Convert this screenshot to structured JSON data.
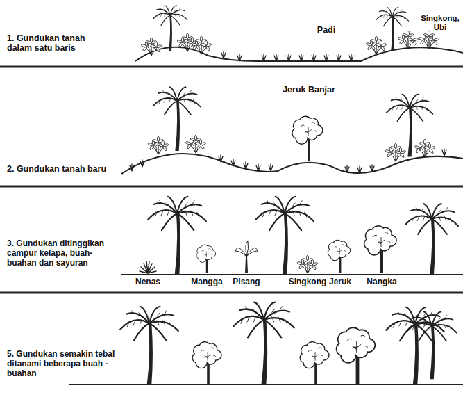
{
  "diagram": {
    "labels": [
      "1. Gundukan tanah dalam satu baris",
      "Padi",
      "Singkong, Ubi",
      "Jeruk Banjar",
      "2. Gundukan tanah baru",
      "3. Gundukan ditinggikan campur kelapa, buah- buahan dan sayuran",
      "Nenas",
      "Mangga",
      "Pisang",
      "Singkong",
      "Jeruk",
      "Nangka",
      "5. Gundukan semakin tebal ditanami beberapa buah - buahan"
    ]
  }
}
